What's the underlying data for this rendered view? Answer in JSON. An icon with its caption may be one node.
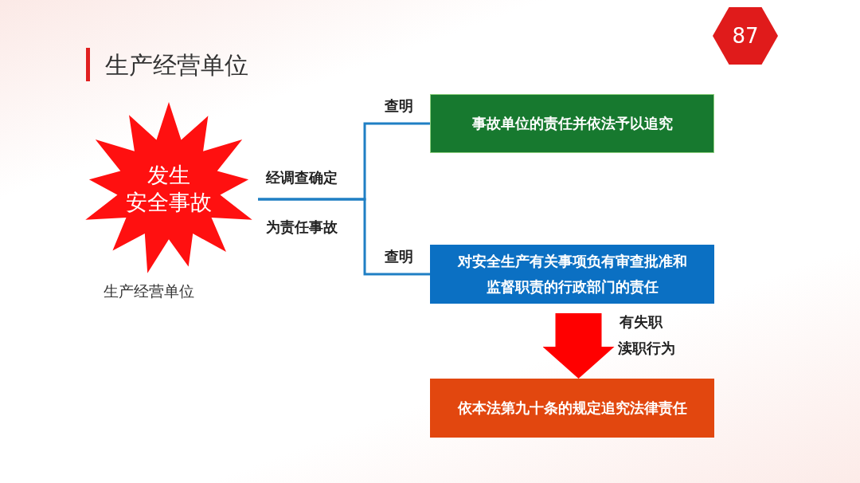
{
  "diagram": {
    "title": "生产经营单位",
    "nodes": [
      {
        "text": [
          "发生",
          "安全事故"
        ],
        "beside": [
          "生产经营单位"
        ]
      },
      {
        "text": [
          "事故单位的责任并依法予以追究"
        ]
      },
      {
        "text": [
          "对安全生产有关事项负有审查批准和监督职责的行政部门的责任"
        ]
      },
      {
        "text": [
          "依本法第九十条的规定追究法律责任"
        ]
      },
      {
        "text": [
          "87"
        ]
      }
    ],
    "edges": [
      {
        "from": 0,
        "to": 1,
        "arrow": "none",
        "label": "查明"
      },
      {
        "from": 0,
        "to": 2,
        "arrow": "none",
        "label": "查明"
      },
      {
        "from": 2,
        "to": 3,
        "arrow": "to",
        "style": "thick",
        "color": "#ff0000"
      }
    ],
    "labels": [
      "经调查确定",
      "为责任事故",
      "有失职",
      "渎职行为"
    ]
  }
}
